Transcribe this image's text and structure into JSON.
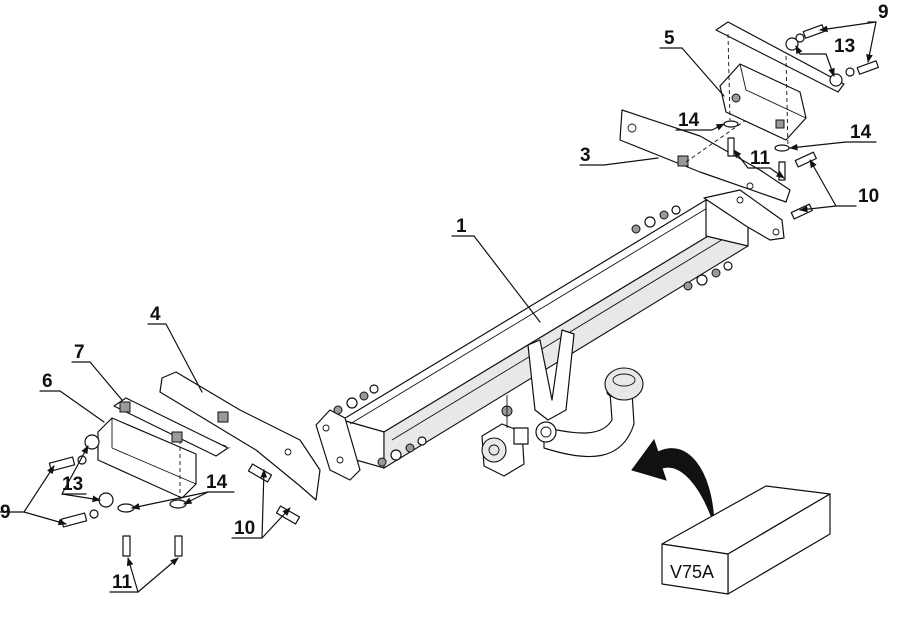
{
  "callouts": {
    "c1": "1",
    "c3": "3",
    "c4": "4",
    "c5": "5",
    "c6": "6",
    "c7": "7",
    "c9_left": "9",
    "c9_right": "9",
    "c10_left": "10",
    "c10_right": "10",
    "c11_left": "11",
    "c11_right": "11",
    "c13_left": "13",
    "c13_right": "13",
    "c14_left": "14",
    "c14_right_top": "14",
    "c14_right": "14"
  },
  "ball_box": {
    "label": "V75A"
  }
}
